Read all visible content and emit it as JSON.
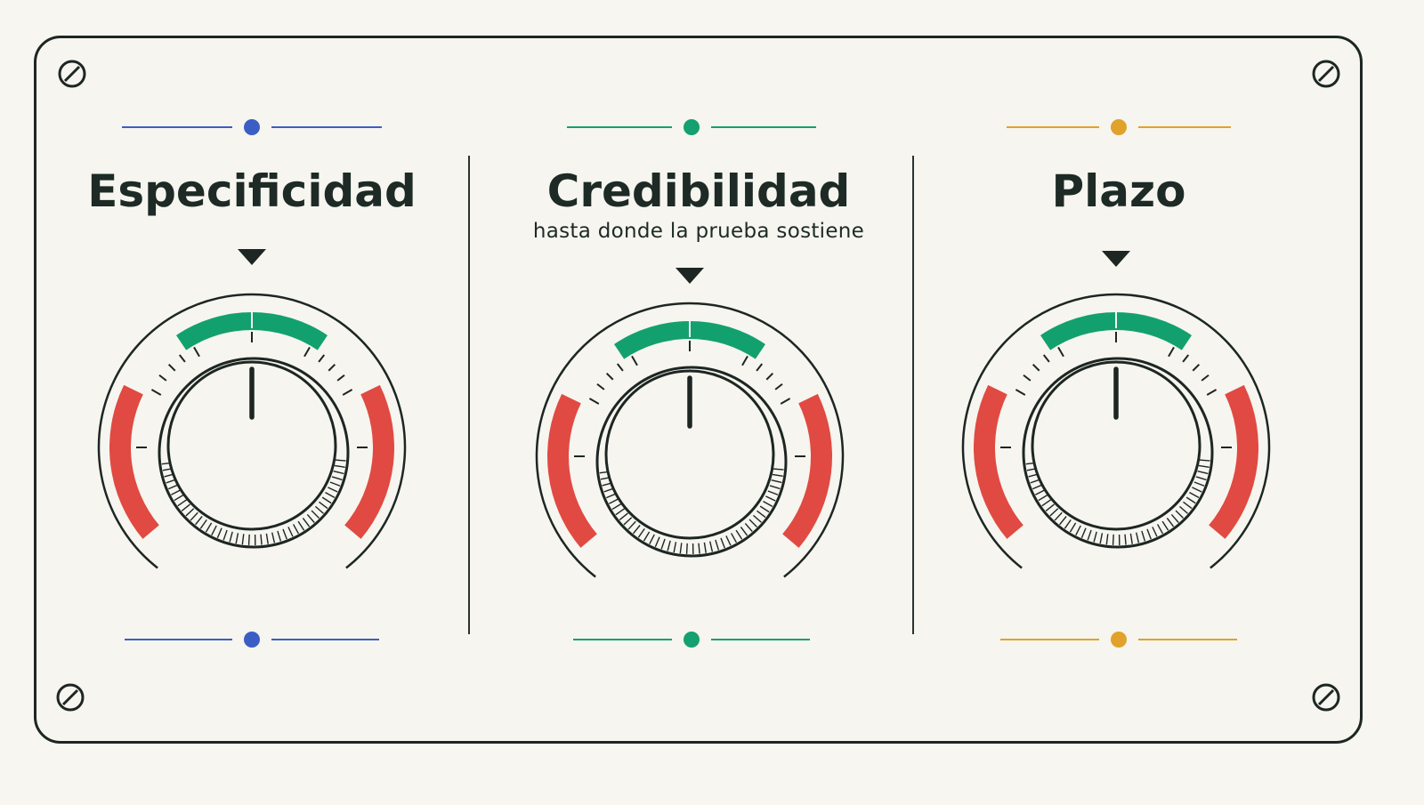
{
  "colors": {
    "background": "#f6f5ef",
    "ink": "#1d2623",
    "green_zone": "#13a06f",
    "red_zone": "#e04a42"
  },
  "dials": [
    {
      "title": "Especificidad",
      "subtitle": "",
      "accent_color": "#3b5ec4",
      "needle_value": 0.5,
      "pointer_icon": "down-triangle-icon"
    },
    {
      "title": "Credibilidad",
      "subtitle": "hasta donde la prueba sostiene",
      "accent_color": "#14a070",
      "needle_value": 0.5,
      "pointer_icon": "down-triangle-icon"
    },
    {
      "title": "Plazo",
      "subtitle": "",
      "accent_color": "#e0a22a",
      "needle_value": 0.5,
      "pointer_icon": "down-triangle-icon"
    }
  ],
  "screw_icon": "screw-icon"
}
